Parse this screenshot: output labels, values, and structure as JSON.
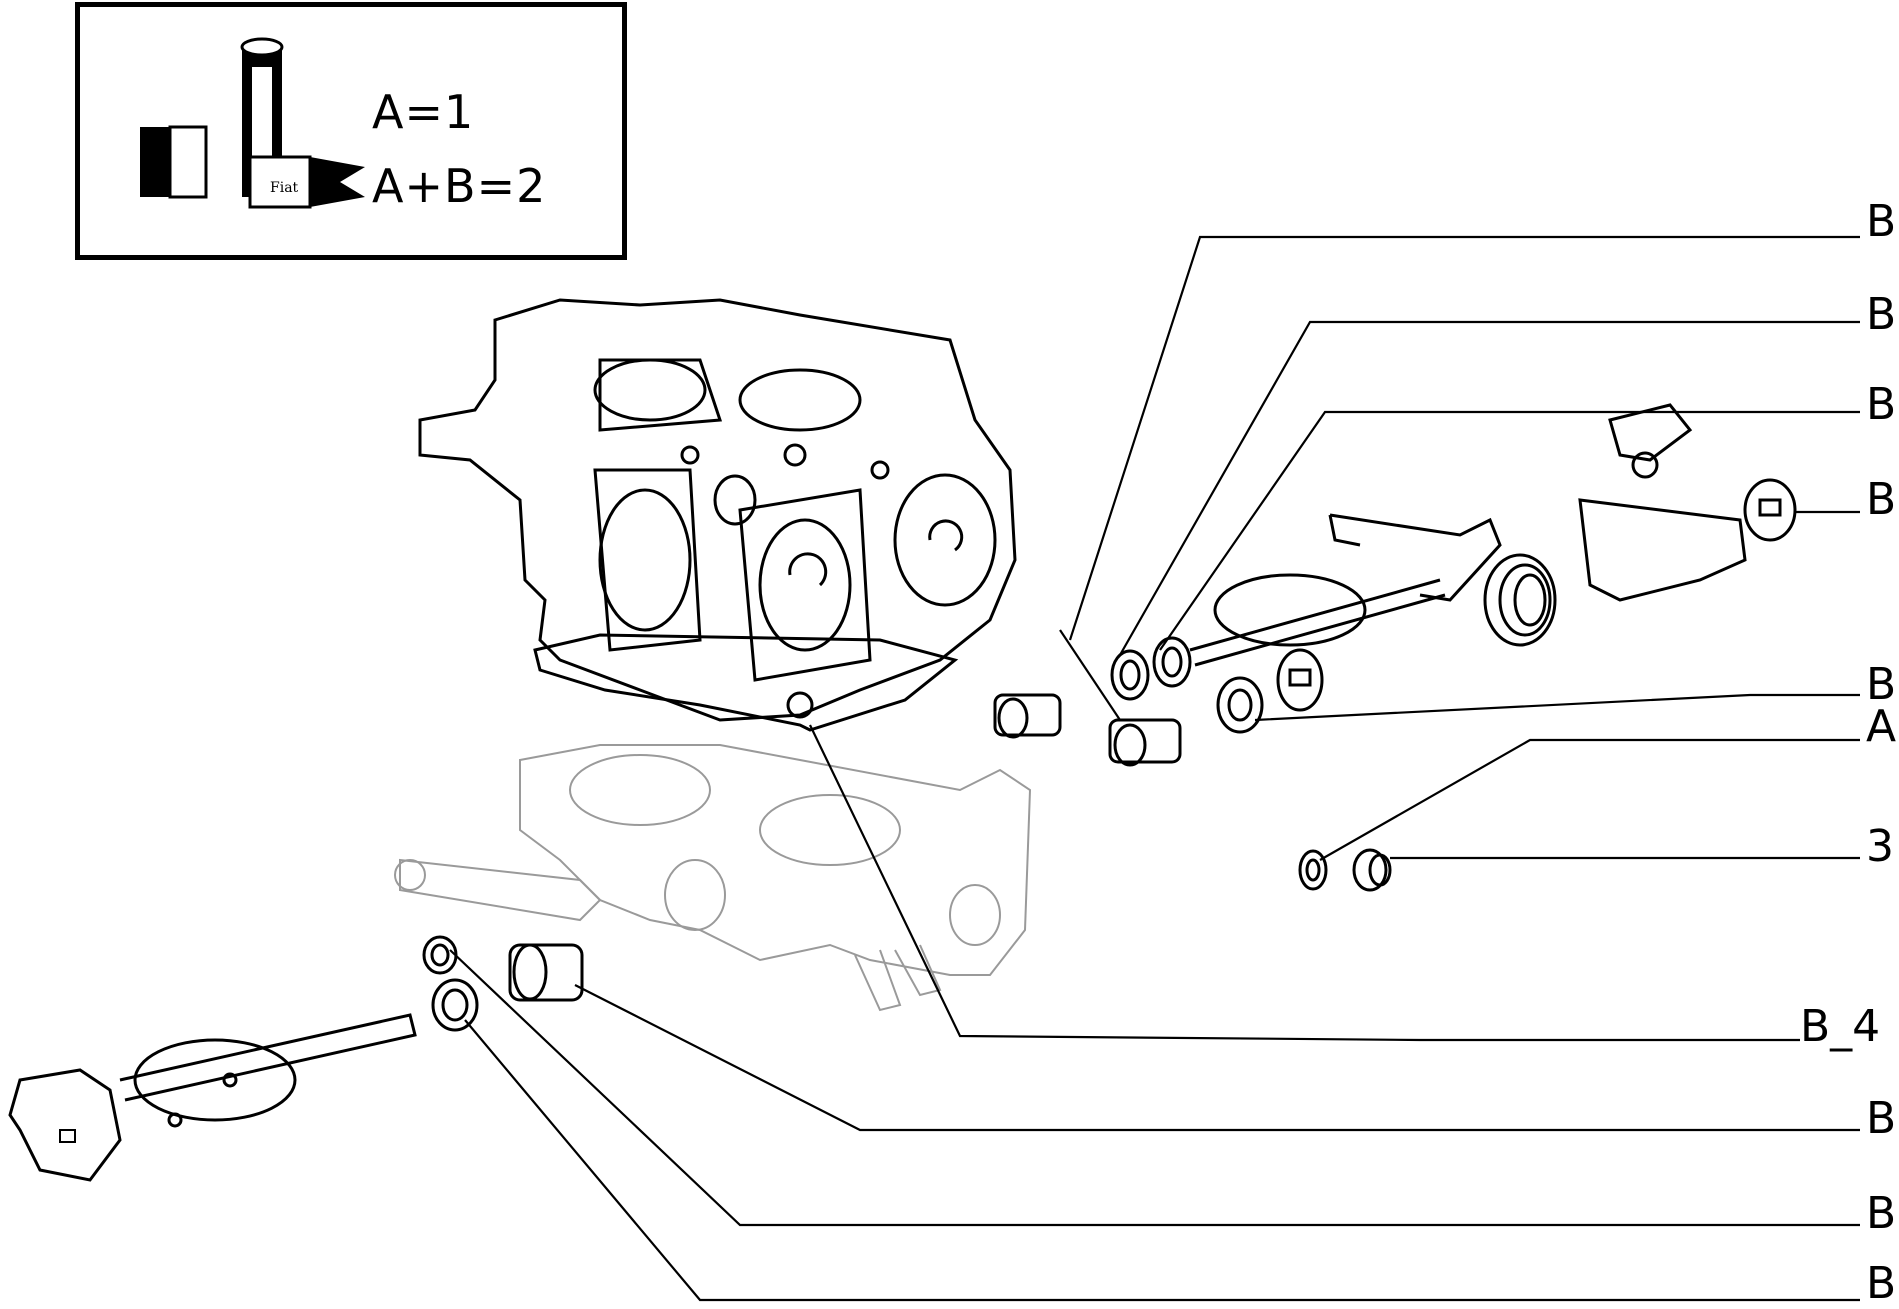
{
  "legend": {
    "brand_text": "Fiat",
    "line1": "A=1",
    "line2": "A+B=2"
  },
  "callouts": [
    {
      "id": "b1",
      "label": "B"
    },
    {
      "id": "b2",
      "label": "B"
    },
    {
      "id": "b3",
      "label": "B"
    },
    {
      "id": "b4",
      "label": "B"
    },
    {
      "id": "b5",
      "label": "B"
    },
    {
      "id": "a1",
      "label": "A"
    },
    {
      "id": "n3",
      "label": "3"
    },
    {
      "id": "b4x",
      "label": "B_4"
    },
    {
      "id": "b6",
      "label": "B"
    },
    {
      "id": "b7",
      "label": "B"
    },
    {
      "id": "b8",
      "label": "B"
    }
  ],
  "colors": {
    "ink": "#000000",
    "light_part": "#9a9a9a",
    "background": "#ffffff"
  }
}
